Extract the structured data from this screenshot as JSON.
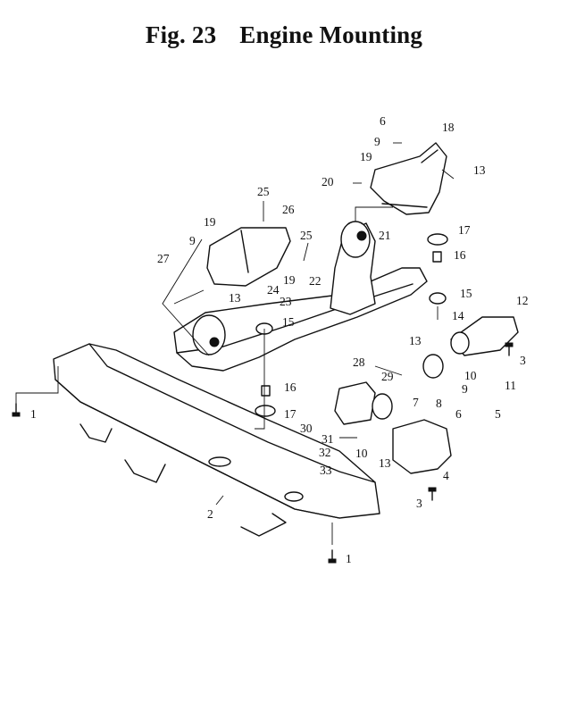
{
  "figure": {
    "number": "Fig. 23",
    "title": "Engine Mounting"
  },
  "callouts": [
    {
      "id": "c1a",
      "text": "1"
    },
    {
      "id": "c1b",
      "text": "1"
    },
    {
      "id": "c2",
      "text": "2"
    },
    {
      "id": "c3a",
      "text": "3"
    },
    {
      "id": "c3b",
      "text": "3"
    },
    {
      "id": "c4",
      "text": "4"
    },
    {
      "id": "c5",
      "text": "5"
    },
    {
      "id": "c6a",
      "text": "6"
    },
    {
      "id": "c6b",
      "text": "6"
    },
    {
      "id": "c7",
      "text": "7"
    },
    {
      "id": "c8",
      "text": "8"
    },
    {
      "id": "c9a",
      "text": "9"
    },
    {
      "id": "c9b",
      "text": "9"
    },
    {
      "id": "c9c",
      "text": "9"
    },
    {
      "id": "c10a",
      "text": "10"
    },
    {
      "id": "c10b",
      "text": "10"
    },
    {
      "id": "c11",
      "text": "11"
    },
    {
      "id": "c12",
      "text": "12"
    },
    {
      "id": "c13a",
      "text": "13"
    },
    {
      "id": "c13b",
      "text": "13"
    },
    {
      "id": "c13c",
      "text": "13"
    },
    {
      "id": "c13d",
      "text": "13"
    },
    {
      "id": "c14",
      "text": "14"
    },
    {
      "id": "c15a",
      "text": "15"
    },
    {
      "id": "c15b",
      "text": "15"
    },
    {
      "id": "c16a",
      "text": "16"
    },
    {
      "id": "c16b",
      "text": "16"
    },
    {
      "id": "c17a",
      "text": "17"
    },
    {
      "id": "c17b",
      "text": "17"
    },
    {
      "id": "c18",
      "text": "18"
    },
    {
      "id": "c19a",
      "text": "19"
    },
    {
      "id": "c19b",
      "text": "19"
    },
    {
      "id": "c19c",
      "text": "19"
    },
    {
      "id": "c20",
      "text": "20"
    },
    {
      "id": "c21",
      "text": "21"
    },
    {
      "id": "c22",
      "text": "22"
    },
    {
      "id": "c23",
      "text": "23"
    },
    {
      "id": "c24",
      "text": "24"
    },
    {
      "id": "c25a",
      "text": "25"
    },
    {
      "id": "c25b",
      "text": "25"
    },
    {
      "id": "c26",
      "text": "26"
    },
    {
      "id": "c27",
      "text": "27"
    },
    {
      "id": "c28",
      "text": "28"
    },
    {
      "id": "c29",
      "text": "29"
    },
    {
      "id": "c30",
      "text": "30"
    },
    {
      "id": "c31",
      "text": "31"
    },
    {
      "id": "c32",
      "text": "32"
    },
    {
      "id": "c33",
      "text": "33"
    }
  ]
}
